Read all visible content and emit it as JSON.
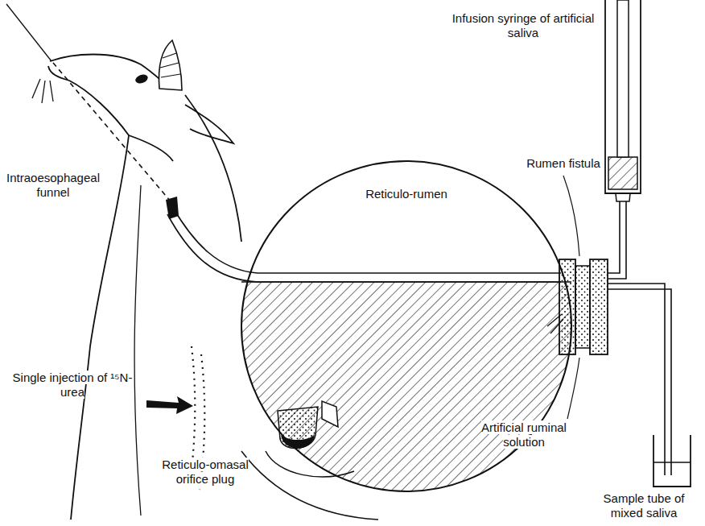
{
  "diagram": {
    "labels": [
      "Infusion syringe of artificial saliva",
      "Rumen fistula",
      "Reticulo-rumen",
      "Intraoesophageal funnel",
      "Single injection of ¹⁵N-urea",
      "Reticulo-omasal orifice plug",
      "Artificial ruminal solution",
      "Sample tube of mixed saliva"
    ]
  }
}
